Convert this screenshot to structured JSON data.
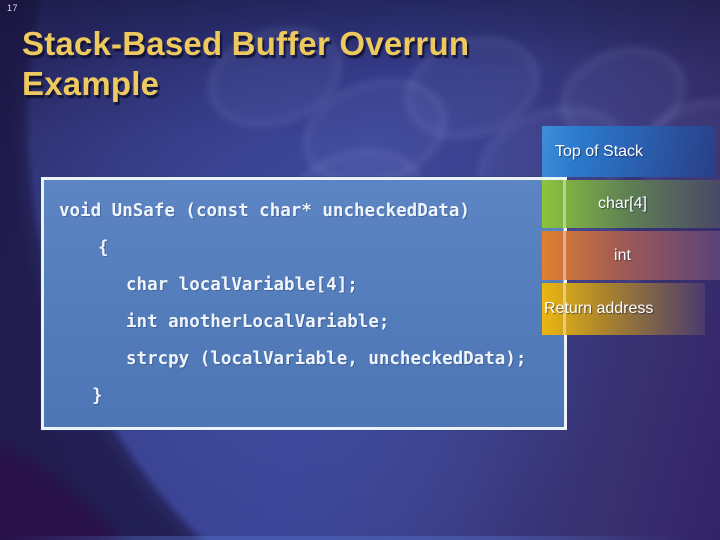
{
  "slide": {
    "page_number": "17",
    "title": "Stack-Based Buffer Overrun Example"
  },
  "code": {
    "lines": [
      {
        "text": "void UnSafe (const char* uncheckedData)"
      },
      {
        "text": "{"
      },
      {
        "text": "char localVariable[4];"
      },
      {
        "text": "int anotherLocalVariable;"
      },
      {
        "text": "strcpy (localVariable, uncheckedData);"
      },
      {
        "text": "}"
      }
    ]
  },
  "stack": {
    "pointer_label": "Top of Stack",
    "frames": [
      {
        "label": "char[4]",
        "accent_color": "#8cc43c"
      },
      {
        "label": "int",
        "accent_color": "#e08030"
      },
      {
        "label": "Return address",
        "accent_color": "#ecb712"
      }
    ]
  },
  "colors": {
    "title_text": "#eeca5e",
    "background_top": "#242254",
    "background_center": "#3c4a97",
    "background_bottom_right": "#37286f",
    "background_corner": "#2a1148",
    "code_box_fill": "#537cba",
    "code_box_border": "#edf1f8",
    "code_text": "#f0f5fc",
    "stack_pointer_fill": "#2b79cc",
    "stack_label_text": "#ffffff"
  }
}
